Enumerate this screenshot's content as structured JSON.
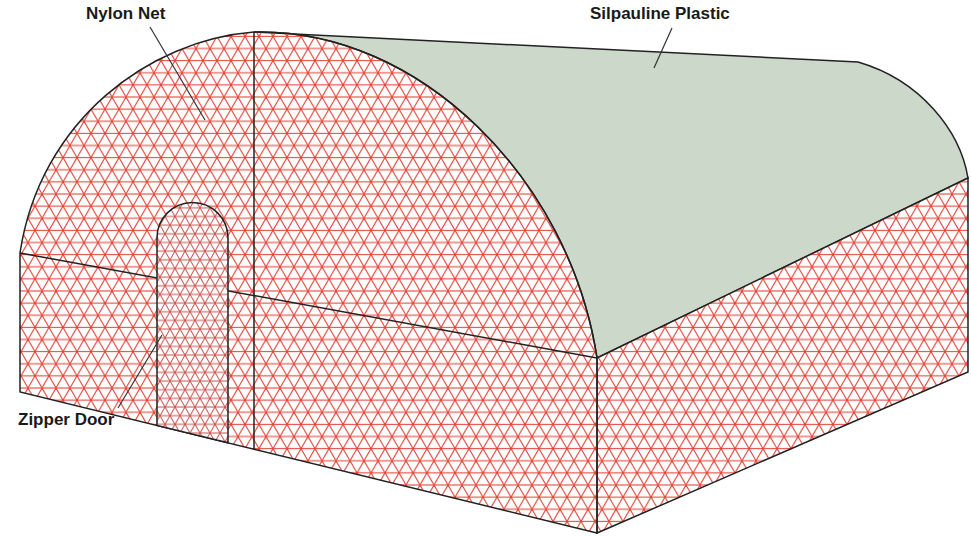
{
  "diagram": {
    "labels": [
      "Nylon Net",
      "Silpauline Plastic",
      "Zipper Door"
    ]
  }
}
